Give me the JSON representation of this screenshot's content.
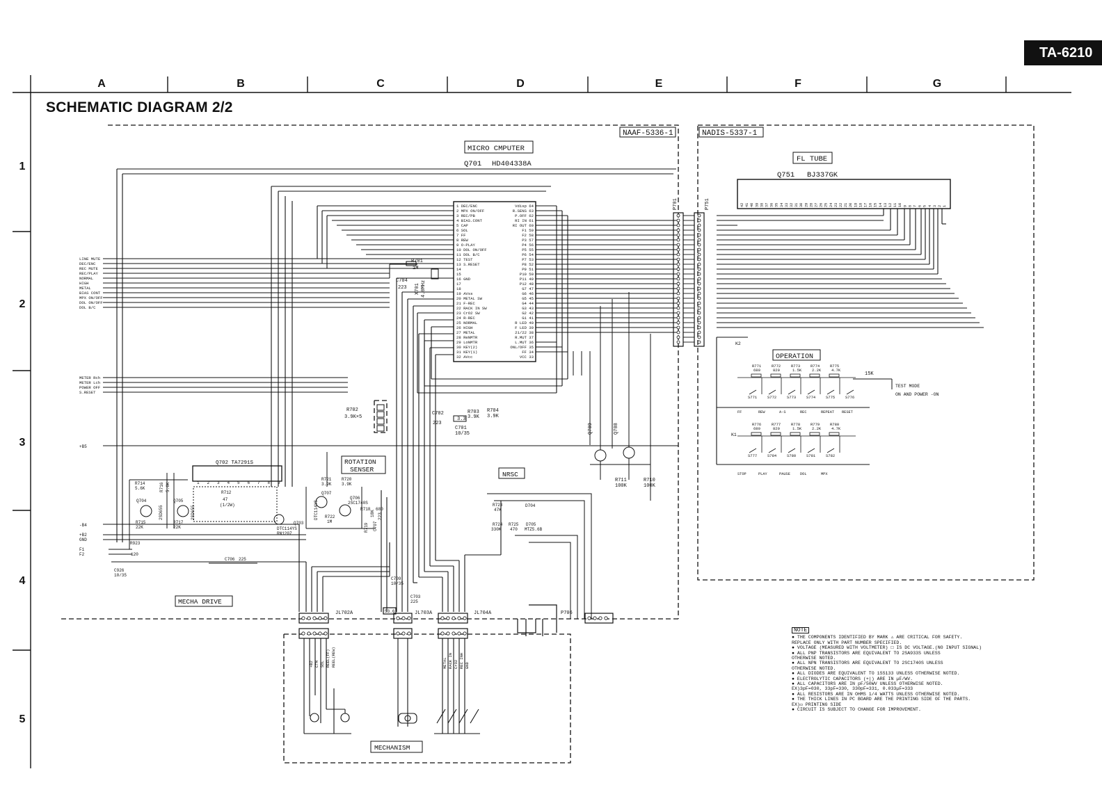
{
  "header": {
    "model": "TA-6210",
    "title": "SCHEMATIC DIAGRAM 2/2",
    "grid_columns": [
      "A",
      "B",
      "C",
      "D",
      "E",
      "F",
      "G"
    ],
    "grid_rows": [
      "1",
      "2",
      "3",
      "4",
      "5"
    ]
  },
  "boards": {
    "left": "NAAF-5336-1",
    "right": "NADIS-5337-1"
  },
  "blocks": {
    "micro_label": "MICRO CMPUTER",
    "micro_part": "Q701",
    "micro_chip": "HD404338A",
    "fl_label": "FL TUBE",
    "fl_part": "Q751",
    "fl_chip": "BJ337GK",
    "operation": "OPERATION",
    "rotation_1": "ROTATION",
    "rotation_2": "SENSER",
    "nrsc": "NRSC",
    "mecha_drive": "MECHA DRIVE",
    "mechanism": "MECHANISM",
    "q702": "Q702 TA7291S"
  },
  "micro_pins_left": [
    "1 DEC/ENC",
    "2 MPX ON/OFF",
    "3 REC/PB",
    "4 BIAS.CONT",
    "5 CAP",
    "6 SOL",
    "7 FF",
    "8 REW",
    "9 O-PLAY",
    "10 DOL ON/OFF",
    "11 DOL B/C",
    "12 TEST",
    "13 S.RESET",
    "14",
    "15",
    "16 GND",
    "17",
    "18",
    "19 AVss",
    "20 METAL SW",
    "21 F-REC",
    "22 RACK IN SW",
    "23 CrO2 SW",
    "24 R-REC",
    "25 NORMAL",
    "26 HIGH",
    "27 METAL",
    "28 ReNMTR",
    "29 LoNMTR",
    "30 KEY(2)",
    "31 KEY(1)",
    "32 AVcc"
  ],
  "micro_pins_right": [
    "Vdisp 64",
    "R.SENS 63",
    "P.OFF 62",
    "RI IN 61",
    "RI OUT 60",
    "F1 59",
    "F2 58",
    "P3 57",
    "P4 56",
    "P5 55",
    "P6 54",
    "P7 53",
    "P8 52",
    "P9 51",
    "P10 50",
    "P11 49",
    "P12 48",
    "G7 47",
    "G6 46",
    "G5 45",
    "G4 44",
    "G3 43",
    "G2 42",
    "G1 41",
    "R LED 40",
    "F LED 39",
    "21/22 38",
    "R.MUT 37",
    "L.MUT 36",
    "ONL/OFF 35",
    "FF 34",
    "VCC 33"
  ],
  "fl_pins": [
    "42",
    "41",
    "40",
    "39",
    "38",
    "37",
    "36",
    "35",
    "34",
    "33",
    "32",
    "31",
    "30",
    "29",
    "28",
    "27",
    "26",
    "25",
    "24",
    "23",
    "22",
    "21",
    "20",
    "19",
    "18",
    "17",
    "16",
    "15",
    "14",
    "13",
    "12",
    "11",
    "10",
    "9",
    "8",
    "7",
    "6",
    "5",
    "4",
    "3",
    "2",
    "1"
  ],
  "left_signals": [
    "LINE MUTE",
    "DEC/ENC",
    "REC MUTE",
    "REC/PLAY",
    "NORMAL",
    "HIGH",
    "METAL",
    "BIAS CONT",
    "MPX ON/OFF",
    "DOL ON/OFF",
    "DOL B/C"
  ],
  "meter_signals": [
    "METER Rch",
    "METER Lch",
    "POWER OFF",
    "S.RESET"
  ],
  "power_signals": [
    "+B5",
    "-B4",
    "+B2",
    "GND",
    "F1",
    "F2"
  ],
  "connectors": [
    "P701",
    "P751",
    "JL702A",
    "JL703A",
    "JL704A",
    "P706"
  ],
  "components": {
    "r701": "R701",
    "r701v": "1M",
    "c704": "C704",
    "c704v": "223",
    "x701": "X701",
    "x701v": "4.0MHz",
    "r702": "R702",
    "r702v": "3.9K×5",
    "c702": "C702",
    "c702v": "223",
    "r703": "R703",
    "r703v": "3.9K",
    "r704": "R704",
    "r704v": "3.9K",
    "c701": "C701",
    "c701v": "10/35",
    "q709": "Q709",
    "q708": "Q708",
    "r711": "R711",
    "r711v": "100K",
    "r710": "R710",
    "r710v": "100K",
    "q704": "Q704",
    "q705": "Q705",
    "q704t": "2SD655",
    "q705t": "2SD655",
    "r714": "R714",
    "r714v": "5.6K",
    "r716": "R716",
    "r716v": "5.6K",
    "r715": "R715",
    "r715v": "22K",
    "r717": "R717",
    "r717v": "22K",
    "r712": "R712",
    "r712v": "47",
    "r712p": "(1/2W)",
    "q703": "Q703",
    "q703t": "DTC114YS",
    "q703u": "RN1207",
    "q707": "Q707",
    "q707t": "DTC114YS",
    "q706": "Q706",
    "q706t": "2SC1740S",
    "r721": "R721",
    "r721v": "3.9K",
    "r720": "R720",
    "r720v": "3.9K",
    "r722": "R722",
    "r722v": "1M",
    "r718": "R718",
    "r718v": "680",
    "r719": "R719",
    "r719v": "18K",
    "c707": "C707",
    "c707v": "223",
    "c706": "C706",
    "c706v": "225",
    "c709": "C709",
    "c709v": "10/35",
    "c703": "C703",
    "c703v": "225",
    "r723": "R723",
    "r723v": "47K",
    "r724": "R724",
    "r724v": "330K",
    "r725": "R725",
    "r725v": "470",
    "d704": "D704",
    "d705": "D705",
    "d705v": "MTZ5.6B",
    "c926": "C926",
    "c926v": "10/35",
    "r923": "R923",
    "r923v": "120",
    "v53": "53.6",
    "v33": "3.3",
    "k2": "K2",
    "k1": "K1",
    "k15": "15K",
    "testmode1": "TEST MODE",
    "testmode2": "ON AND POWER -ON"
  },
  "operation_row1": {
    "resistors": [
      "R771",
      "R772",
      "R773",
      "R774",
      "R775"
    ],
    "values": [
      "680",
      "820",
      "1.5K",
      "2.2K",
      "4.7K"
    ],
    "switches": [
      "S771",
      "S772",
      "S773",
      "S774",
      "S775",
      "S776"
    ],
    "labels": [
      "FF",
      "REW",
      "A-S",
      "REC",
      "REPEAT",
      "RESET"
    ]
  },
  "operation_row2": {
    "resistors": [
      "R776",
      "R777",
      "R778",
      "R779",
      "R780"
    ],
    "values": [
      "680",
      "820",
      "1.5K",
      "2.2K",
      "4.7K"
    ],
    "switches": [
      "S777",
      "S784",
      "S780",
      "S781",
      "S782"
    ],
    "labels": [
      "STOP",
      "PLAY",
      "PAUSE",
      "DOL",
      "MPX"
    ]
  },
  "mech_pins_a": [
    "+B2",
    "CTM",
    "SOL",
    "REEL(FF)",
    "REEL(REW)"
  ],
  "mech_pins_c": [
    "METAL",
    "RACK IN",
    "CrO2",
    "REC INH",
    "GND"
  ],
  "notes": {
    "title": "NOTE",
    "lines": [
      "● THE COMPONENTS IDENTIFIED BY MARK ⚠ ARE CRITICAL FOR SAFETY.",
      "  REPLACE ONLY WITH PART NUMBER SPECIFIED.",
      "● VOLTAGE (MEASURED WITH VOLTMETER) □ IS DC VOLTAGE.(NO INPUT SIGNAL)",
      "● ALL PNP TRANSISTORS ARE EQUIVALENT TO 2SA933S UNLESS",
      "  OTHERWISE NOTED.",
      "● ALL NPN TRANSISTORS ARE EQUIVALENT TO 2SC1740S UNLESS",
      "  OTHERWISE NOTED.",
      "● ALL DIODES ARE EQUIVALENT TO 1SS133 UNLESS OTHERWISE NOTED.",
      "● ELECTROLYTIC CAPACITORS (+|) ARE IN μF/WV.",
      "● ALL CAPACITORS ARE IN pF/50WV UNLESS OTHERWISE NOTED.",
      "  EX)3pF=030, 33pF=330, 330pF=331, 0.033μF=333",
      "● ALL RESISTORS ARE IN OHMS 1/4 WATTS UNLESS OTHERWISE NOTED.",
      "● THE THICK LINES IN PC BOARD ARE THE PRINTING SIDE OF THE PARTS.",
      "  EX)▭ PRINTING SIDE",
      "● CIRCUIT IS SUBJECT TO CHANGE FOR IMPROVEMENT."
    ]
  }
}
